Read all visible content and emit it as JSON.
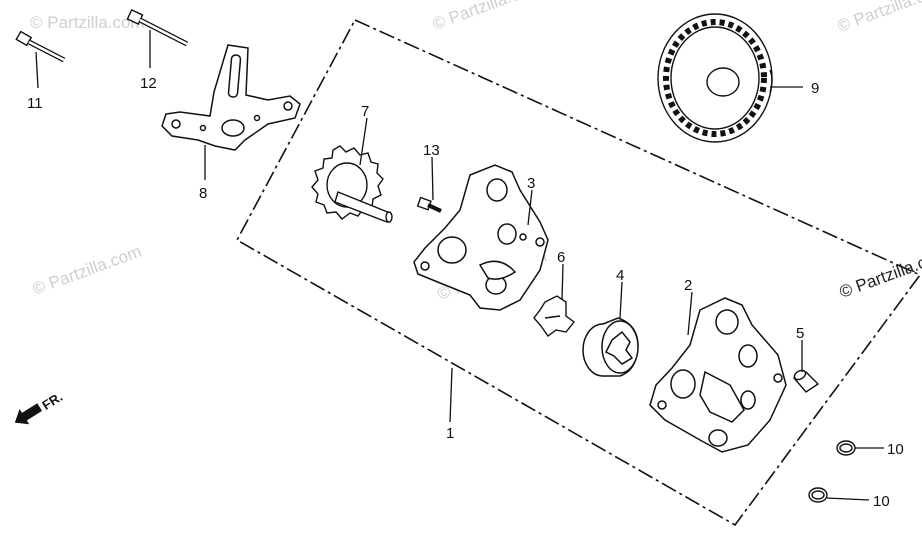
{
  "diagram": {
    "watermark": "© Partzilla.com",
    "direction_label": "FR.",
    "callouts": [
      {
        "id": "c1",
        "label": "1"
      },
      {
        "id": "c2",
        "label": "2"
      },
      {
        "id": "c3",
        "label": "3"
      },
      {
        "id": "c4",
        "label": "4"
      },
      {
        "id": "c5",
        "label": "5"
      },
      {
        "id": "c6",
        "label": "6"
      },
      {
        "id": "c7",
        "label": "7"
      },
      {
        "id": "c8",
        "label": "8"
      },
      {
        "id": "c9",
        "label": "9"
      },
      {
        "id": "c10a",
        "label": "10"
      },
      {
        "id": "c10b",
        "label": "10"
      },
      {
        "id": "c11",
        "label": "11"
      },
      {
        "id": "c12",
        "label": "12"
      },
      {
        "id": "c13",
        "label": "13"
      }
    ]
  }
}
